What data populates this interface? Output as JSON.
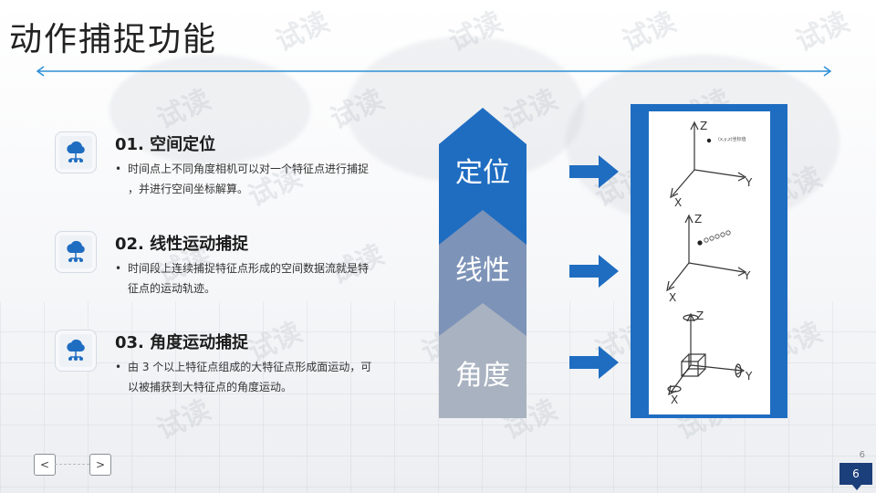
{
  "slide": {
    "title": "动作捕捉功能",
    "watermark": "试读",
    "page_number": "6",
    "page_label": "6"
  },
  "features": [
    {
      "icon": "cloud-network-icon",
      "title": "01. 空间定位",
      "bullet_line1": "时间点上不同角度相机可以对一个特征点进行捕捉",
      "bullet_line2": "，并进行空间坐标解算。"
    },
    {
      "icon": "cloud-network-icon",
      "title": "02. 线性运动捕捉",
      "bullet_line1": "时间段上连续捕捉特征点形成的空间数据流就是特",
      "bullet_line2": "征点的运动轨迹。"
    },
    {
      "icon": "cloud-network-icon",
      "title": "03. 角度运动捕捉",
      "bullet_line1": "由 3 个以上特征点组成的大特征点形成面运动，可",
      "bullet_line2": "以被捕获到大特征点的角度运动。"
    }
  ],
  "chevrons": [
    {
      "label": "定位",
      "color": "#1f6dc1"
    },
    {
      "label": "线性",
      "color": "#7d93b8"
    },
    {
      "label": "角度",
      "color": "#a9b2c0"
    }
  ],
  "diagrams": [
    {
      "z": "Z",
      "y": "Y",
      "x": "X",
      "note": "(x,y,z)坐标值"
    },
    {
      "z": "Z",
      "y": "Y",
      "x": "X"
    },
    {
      "z": "Z",
      "y": "Y",
      "x": "X"
    }
  ],
  "colors": {
    "accent_blue": "#1f6dc1",
    "rule_blue": "#2c8fd6",
    "badge": "#1b3f7a"
  },
  "nav": {
    "prev": "<",
    "next": ">"
  }
}
